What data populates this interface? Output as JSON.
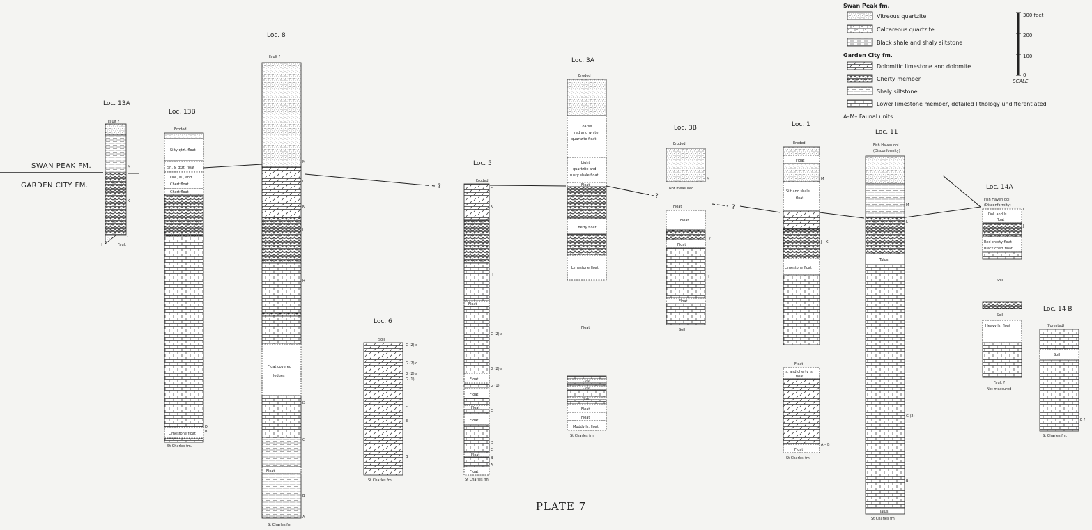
{
  "formation_labels": {
    "upper": "SWAN PEAK FM.",
    "lower": "GARDEN CITY FM."
  },
  "plate_title": "PLATE 7",
  "legend": {
    "groups": [
      {
        "title": "Swan Peak fm.",
        "items": [
          {
            "label": "Vitreous quartzite",
            "pattern": "vitreous"
          },
          {
            "label": "Calcareous quartzite",
            "pattern": "calcqtz"
          },
          {
            "label": "Black shale and shaly siltstone",
            "pattern": "shale"
          }
        ]
      },
      {
        "title": "Garden City fm.",
        "items": [
          {
            "label": "Dolomitic limestone and dolomite",
            "pattern": "dolomite"
          },
          {
            "label": "Cherty member",
            "pattern": "cherty"
          },
          {
            "label": "Shaly siltstone",
            "pattern": "siltstone"
          },
          {
            "label": "Lower limestone member, detailed lithology undifferentiated",
            "pattern": "limestone"
          }
        ]
      }
    ],
    "faunal_units": "A–M–  Faunal units",
    "scale": {
      "title": "SCALE",
      "ticks": [
        "300 feet",
        "200",
        "100",
        "0"
      ]
    }
  },
  "columns": [
    {
      "id": "loc-13a",
      "name": "Loc. 13A",
      "top": "Fault ?",
      "bottom": "",
      "labels": [
        "M",
        "L",
        "K",
        "J",
        "H",
        "Fault"
      ]
    },
    {
      "id": "loc-13b",
      "name": "Loc. 13B",
      "top": "Eroded",
      "bottom": "St Charles fm.",
      "labels": [
        "Silty qtzt. float",
        "Sh. & qtzt. float",
        "Dol., ls., and",
        "Chert float",
        "Chert  float",
        "Limestone float",
        "D",
        "B"
      ]
    },
    {
      "id": "loc-8",
      "name": "Loc. 8",
      "top": "Fault ?",
      "bottom": "St Charles fm",
      "labels": [
        "M",
        "L",
        "K",
        "J",
        "H",
        "Float covered",
        "ledges",
        "D",
        "C",
        "Float",
        "B",
        "A"
      ]
    },
    {
      "id": "loc-6",
      "name": "Loc. 6",
      "top": "Soil",
      "bottom": "St Charles fm.",
      "labels": [
        "G (2) d",
        "G (2) c",
        "G (2) a",
        "G (1)",
        "F",
        "E",
        "B"
      ]
    },
    {
      "id": "loc-5",
      "name": "Loc. 5",
      "top": "Eroded",
      "bottom": "St Charles fm.",
      "labels": [
        "L",
        "K",
        "J",
        "H",
        "Float",
        "G (2) a",
        "G (2) a",
        "G (1)",
        "Float",
        "Float",
        "E",
        "Float",
        "Float",
        "D",
        "C",
        "Float",
        "B",
        "A",
        "Float"
      ]
    },
    {
      "id": "loc-3a",
      "name": "Loc. 3A",
      "top": "Eroded",
      "bottom": "St Charles fm",
      "labels": [
        "Coarse",
        "red and white",
        "quartzite float",
        "Light",
        "quartzite and",
        "rusty shale float",
        "Float",
        "L",
        "Cherty float",
        "Limestone float",
        "Float",
        "Float",
        "Float",
        "Float",
        "Float",
        "Float",
        "Muddy ls. float"
      ]
    },
    {
      "id": "loc-3b",
      "name": "Loc. 3B",
      "top": "Eroded",
      "bottom": "Soil",
      "labels": [
        "M",
        "Not measured",
        "Float",
        "Float",
        "L",
        "Float",
        "J ?",
        "H",
        "Float"
      ]
    },
    {
      "id": "loc-1",
      "name": "Loc. 1",
      "top": "Eroded",
      "bottom": "St Charles fm",
      "labels": [
        "Float",
        "Silt and shale",
        "float",
        "M",
        "J – K",
        "Limestone float",
        "Float",
        "ls. and cherty ls.",
        "float",
        "A – B",
        "Float"
      ]
    },
    {
      "id": "loc-11",
      "name": "Loc. 11",
      "top": "Fish Haven dol.",
      "top2": "(Disconformity)",
      "bottom": "St Charles fm",
      "labels": [
        "M",
        "L",
        "Talus",
        "G (2)",
        "B",
        "Talus"
      ]
    },
    {
      "id": "loc-14a",
      "name": "Loc. 14A",
      "top": "Fish Haven dol.",
      "top2": "(Disconformity)",
      "bottom": "Not measured",
      "labels": [
        "Dol. and ls.",
        "float",
        "L",
        "J",
        "Red cherty float",
        "Black chert float",
        "Soil",
        "Soil",
        "Heavy ls. float",
        "Fault ?"
      ]
    },
    {
      "id": "loc-14b",
      "name": "Loc. 14 B",
      "top": "(Forested)",
      "bottom": "St Charles fm.",
      "labels": [
        "Soil",
        "E ?"
      ]
    }
  ]
}
